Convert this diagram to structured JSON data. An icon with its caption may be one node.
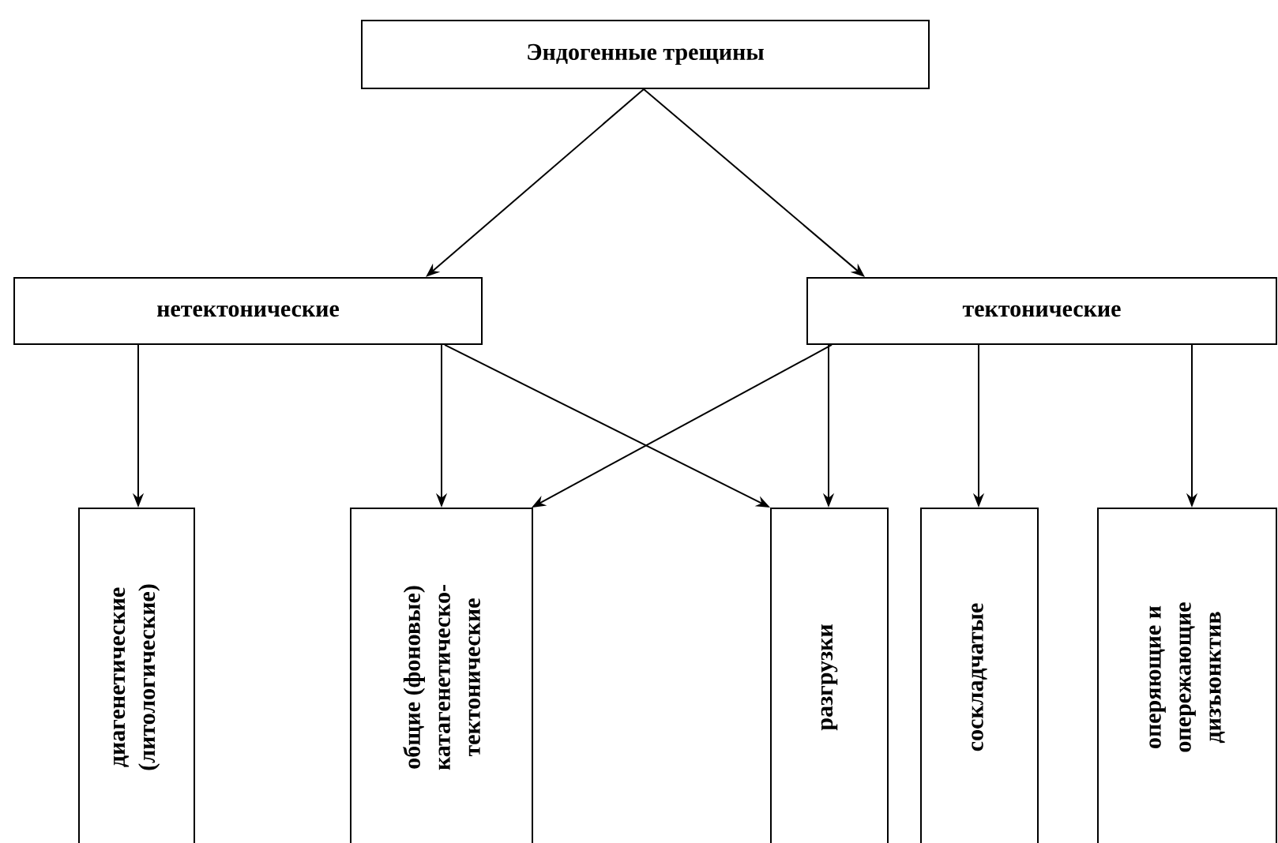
{
  "diagram": {
    "nodes": [
      {
        "text": [
          "Эндогенные трещины"
        ]
      },
      {
        "text": [
          "нетектонические"
        ]
      },
      {
        "text": [
          "тектонические"
        ]
      },
      {
        "text": [
          "диагенетические (литологические)"
        ]
      },
      {
        "text": [
          "общие (фоновые) катагенетическо-тектонические"
        ]
      },
      {
        "text": [
          "разгрузки"
        ]
      },
      {
        "text": [
          "соскладчатые"
        ]
      },
      {
        "text": [
          "оперяющие и опережающие дизъюнктив"
        ]
      }
    ],
    "edges": [
      {
        "from": 0,
        "to": 1,
        "arrow": "to"
      },
      {
        "from": 0,
        "to": 2,
        "arrow": "to"
      },
      {
        "from": 1,
        "to": 3,
        "arrow": "to"
      },
      {
        "from": 1,
        "to": 4,
        "arrow": "to"
      },
      {
        "from": 1,
        "to": 5,
        "arrow": "to"
      },
      {
        "from": 2,
        "to": 4,
        "arrow": "to"
      },
      {
        "from": 2,
        "to": 5,
        "arrow": "to"
      },
      {
        "from": 2,
        "to": 6,
        "arrow": "to"
      },
      {
        "from": 2,
        "to": 7,
        "arrow": "to"
      }
    ]
  }
}
